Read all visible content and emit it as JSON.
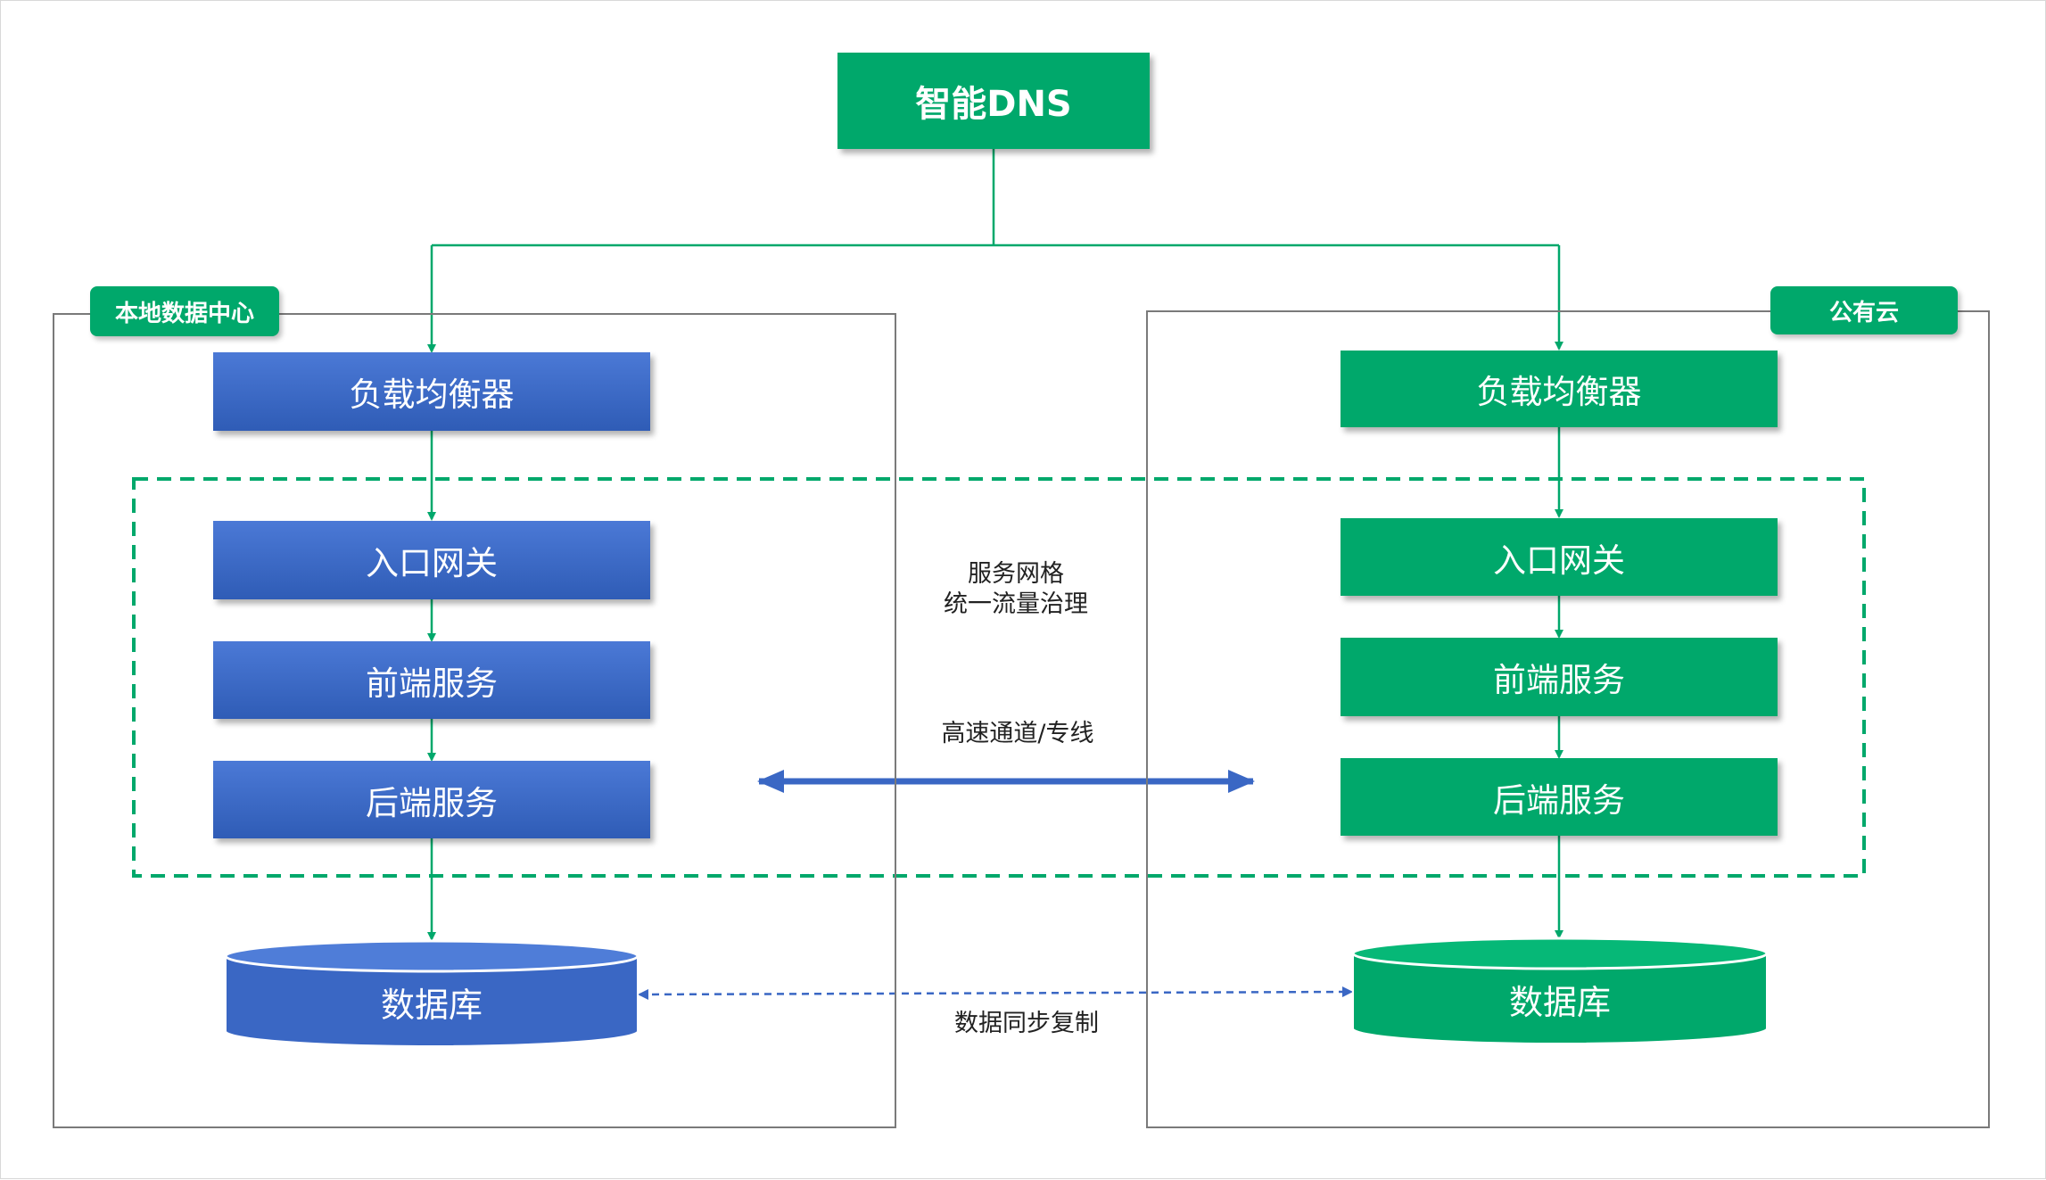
{
  "dns": {
    "label": "智能DNS"
  },
  "local": {
    "tag": "本地数据中心",
    "load_balancer": "负载均衡器",
    "ingress_gateway": "入口网关",
    "frontend_service": "前端服务",
    "backend_service": "后端服务",
    "database": "数据库"
  },
  "cloud": {
    "tag": "公有云",
    "load_balancer": "负载均衡器",
    "ingress_gateway": "入口网关",
    "frontend_service": "前端服务",
    "backend_service": "后端服务",
    "database": "数据库"
  },
  "mesh": {
    "line1": "服务网格",
    "line2": "统一流量治理"
  },
  "channel": {
    "label": "高速通道/专线"
  },
  "replication": {
    "label": "数据同步复制"
  },
  "colors": {
    "green": "#00a86b",
    "blue": "#3a67c4",
    "mesh_border": "#00a86b",
    "region_border": "#7a7a7a"
  }
}
